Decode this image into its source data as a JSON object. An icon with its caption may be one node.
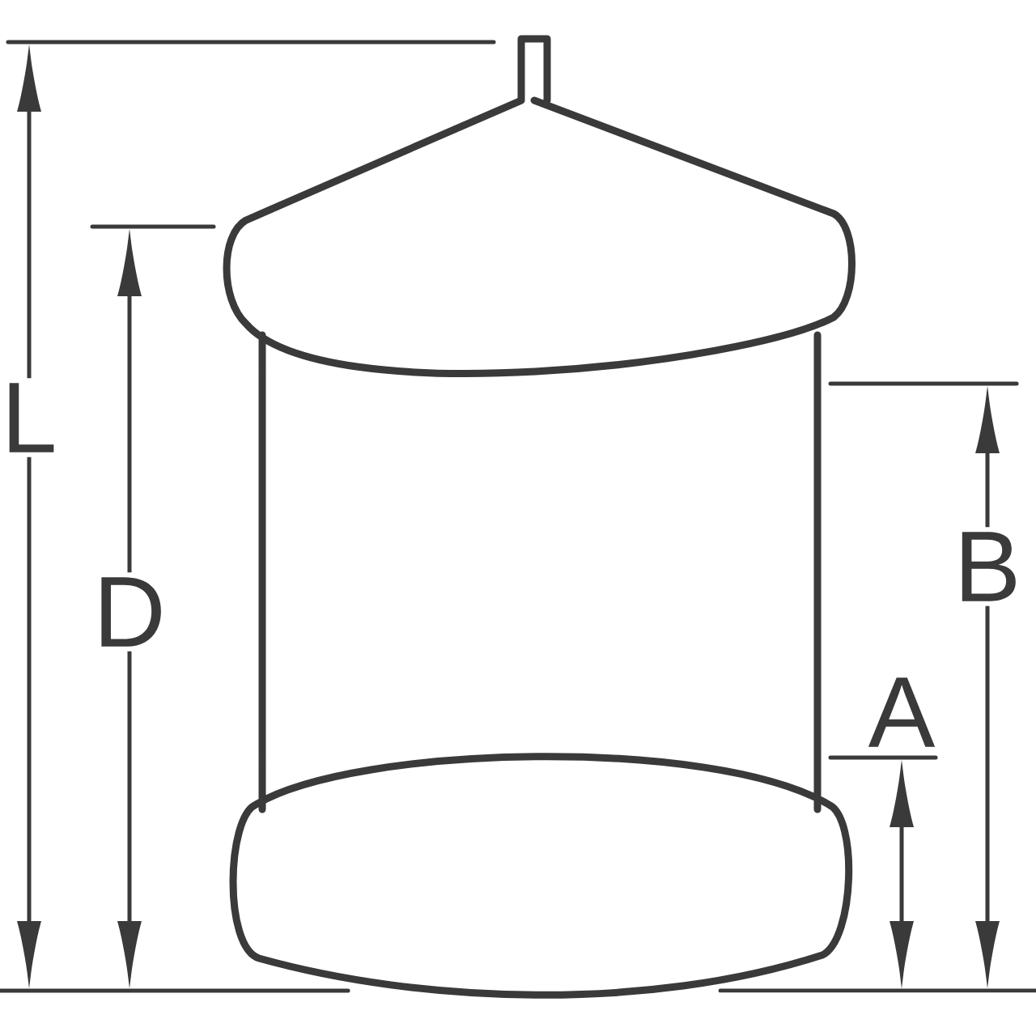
{
  "diagram": {
    "labels": [
      "L",
      "D",
      "B",
      "A"
    ]
  }
}
